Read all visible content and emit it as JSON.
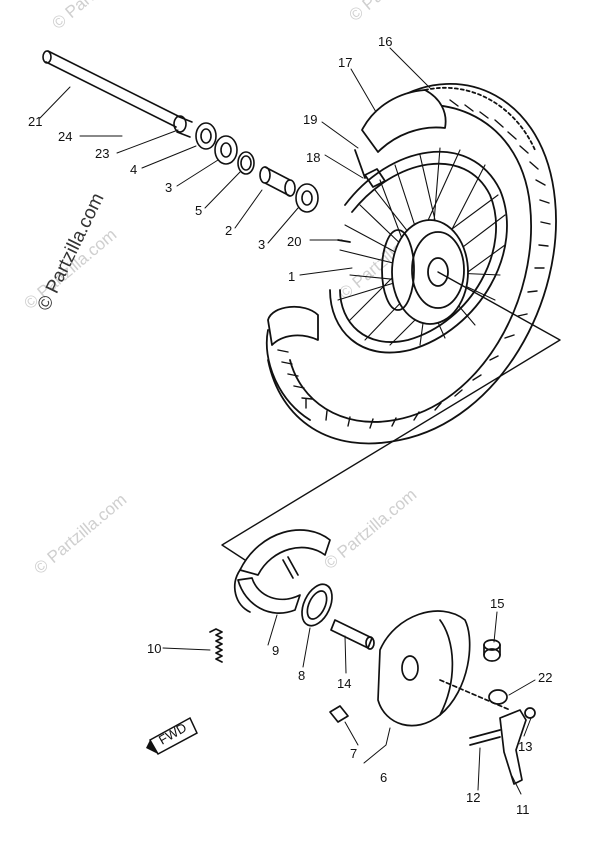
{
  "watermarks": {
    "main": "© Partzilla.com",
    "faint": "© Partzilla.com"
  },
  "callouts": {
    "c1": "1",
    "c2": "2",
    "c3a": "3",
    "c3b": "3",
    "c4": "4",
    "c5": "5",
    "c6": "6",
    "c7": "7",
    "c8": "8",
    "c9": "9",
    "c10": "10",
    "c11": "11",
    "c12": "12",
    "c13": "13",
    "c14": "14",
    "c15": "15",
    "c16": "16",
    "c17": "17",
    "c18": "18",
    "c19": "19",
    "c20": "20",
    "c21": "21",
    "c22": "22",
    "c23": "23",
    "c24": "24"
  },
  "fwd_label": "FWD",
  "colors": {
    "ink": "#111111",
    "watermark": "#cfcfcf",
    "background": "#ffffff"
  }
}
